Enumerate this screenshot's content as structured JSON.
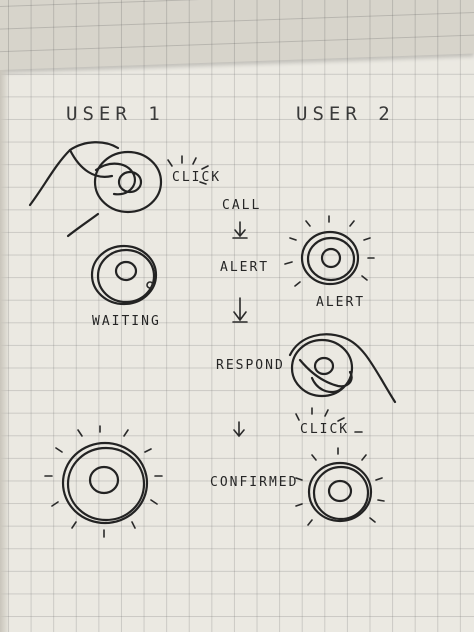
{
  "headers": {
    "user1": "USER 1",
    "user2": "USER 2"
  },
  "labels": {
    "click_user1": "CLICK",
    "call": "CALL",
    "alert_center": "ALERT",
    "alert_user2": "ALERT",
    "waiting": "WAITING",
    "respond": "RESPOND",
    "click_user2": "CLICK",
    "confirmed": "CONFIRMED"
  },
  "colors": {
    "ink": "#232323",
    "paper": "#ebe9e2",
    "grid": "#bdbdbd"
  }
}
